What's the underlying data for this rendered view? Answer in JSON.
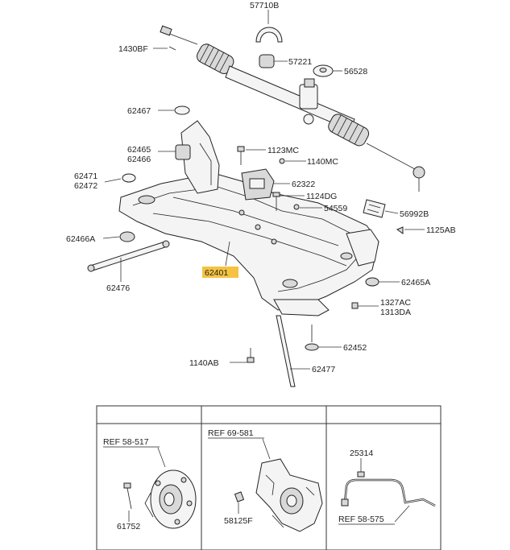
{
  "main_labels": {
    "p57710B": "57710B",
    "p1430BF": "1430BF",
    "p57221": "57221",
    "p56528": "56528",
    "p62467": "62467",
    "p1123MC": "1123MC",
    "p62465": "62465",
    "p62466": "62466",
    "p1140MC": "1140MC",
    "p62471": "62471",
    "p62472": "62472",
    "p62322": "62322",
    "p1124DG": "1124DG",
    "p54559": "54559",
    "p56992B": "56992B",
    "p1125AB": "1125AB",
    "p62466A": "62466A",
    "p62401": "62401",
    "p62465A": "62465A",
    "p62476": "62476",
    "p1327AC": "1327AC",
    "p1313DA": "1313DA",
    "p62452": "62452",
    "p1140AB": "1140AB",
    "p62477": "62477"
  },
  "highlight_color": "#f5c242",
  "sub_panels": {
    "left": {
      "ref": "REF 58-517",
      "part": "61752"
    },
    "middle": {
      "ref": "REF 69-581",
      "part": "58125F"
    },
    "right": {
      "ref": "REF 58-575",
      "part": "25314"
    }
  }
}
